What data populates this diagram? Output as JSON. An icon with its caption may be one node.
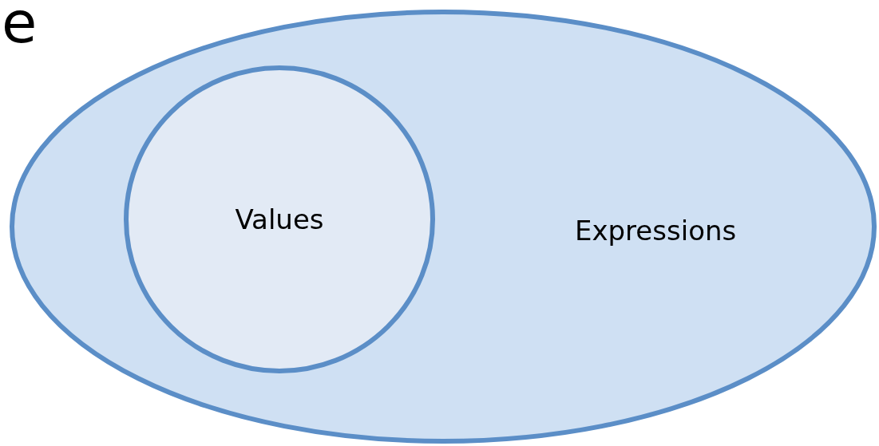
{
  "diagram": {
    "nodes": [
      {
        "text": [
          "Expressions"
        ]
      },
      {
        "text": [
          "Values"
        ],
        "in": 0
      }
    ],
    "edges": [],
    "labels": [
      "e"
    ]
  }
}
